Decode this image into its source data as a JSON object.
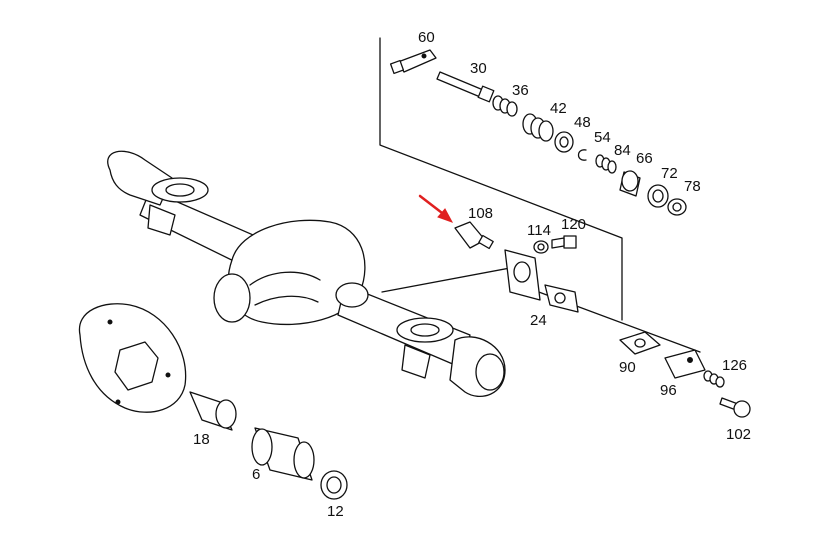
{
  "parts": [
    {
      "id": "p60",
      "label": "60"
    },
    {
      "id": "p30",
      "label": "30"
    },
    {
      "id": "p36",
      "label": "36"
    },
    {
      "id": "p42",
      "label": "42"
    },
    {
      "id": "p48",
      "label": "48"
    },
    {
      "id": "p54",
      "label": "54"
    },
    {
      "id": "p84",
      "label": "84"
    },
    {
      "id": "p66",
      "label": "66"
    },
    {
      "id": "p72",
      "label": "72"
    },
    {
      "id": "p78",
      "label": "78"
    },
    {
      "id": "p108",
      "label": "108"
    },
    {
      "id": "p114",
      "label": "114"
    },
    {
      "id": "p120",
      "label": "120"
    },
    {
      "id": "p24",
      "label": "24"
    },
    {
      "id": "p90",
      "label": "90"
    },
    {
      "id": "p126",
      "label": "126"
    },
    {
      "id": "p96",
      "label": "96"
    },
    {
      "id": "p102",
      "label": "102"
    },
    {
      "id": "p18",
      "label": "18"
    },
    {
      "id": "p6",
      "label": "6"
    },
    {
      "id": "p12",
      "label": "12"
    }
  ],
  "colors": {
    "line": "#111111",
    "highlight_arrow": "#e02020",
    "background": "#ffffff"
  },
  "highlight": {
    "target_label": "108",
    "icon": "red-arrow-icon"
  }
}
